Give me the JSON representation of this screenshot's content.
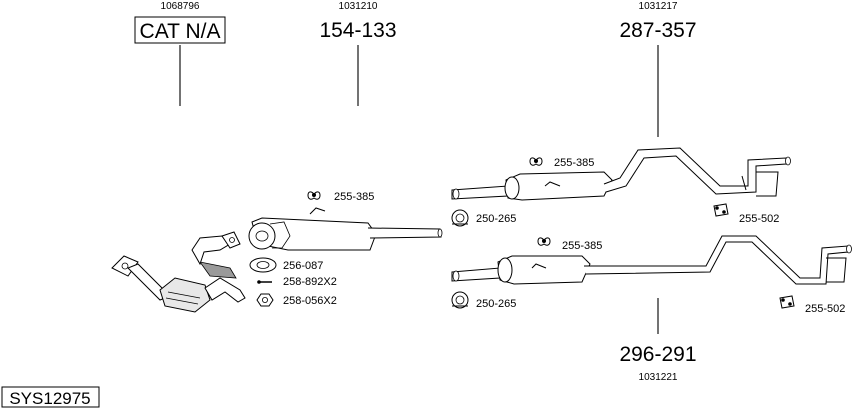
{
  "assembly_id": "SYS12975",
  "groups": [
    {
      "ref": "1068796",
      "part": "CAT N/A"
    },
    {
      "ref": "1031210",
      "part": "154-133"
    },
    {
      "ref": "1031217",
      "part": "287-357"
    },
    {
      "ref": "1031221",
      "part": "296-291"
    }
  ],
  "callouts": {
    "hanger_front": "255-385",
    "clamp_upper": "250-265",
    "hanger_upper": "255-385",
    "bracket_upper": "255-502",
    "hanger_lower": "255-385",
    "clamp_lower": "250-265",
    "bracket_lower": "255-502",
    "gasket": "256-087",
    "bolt": "258-892X2",
    "nut": "258-056X2"
  }
}
